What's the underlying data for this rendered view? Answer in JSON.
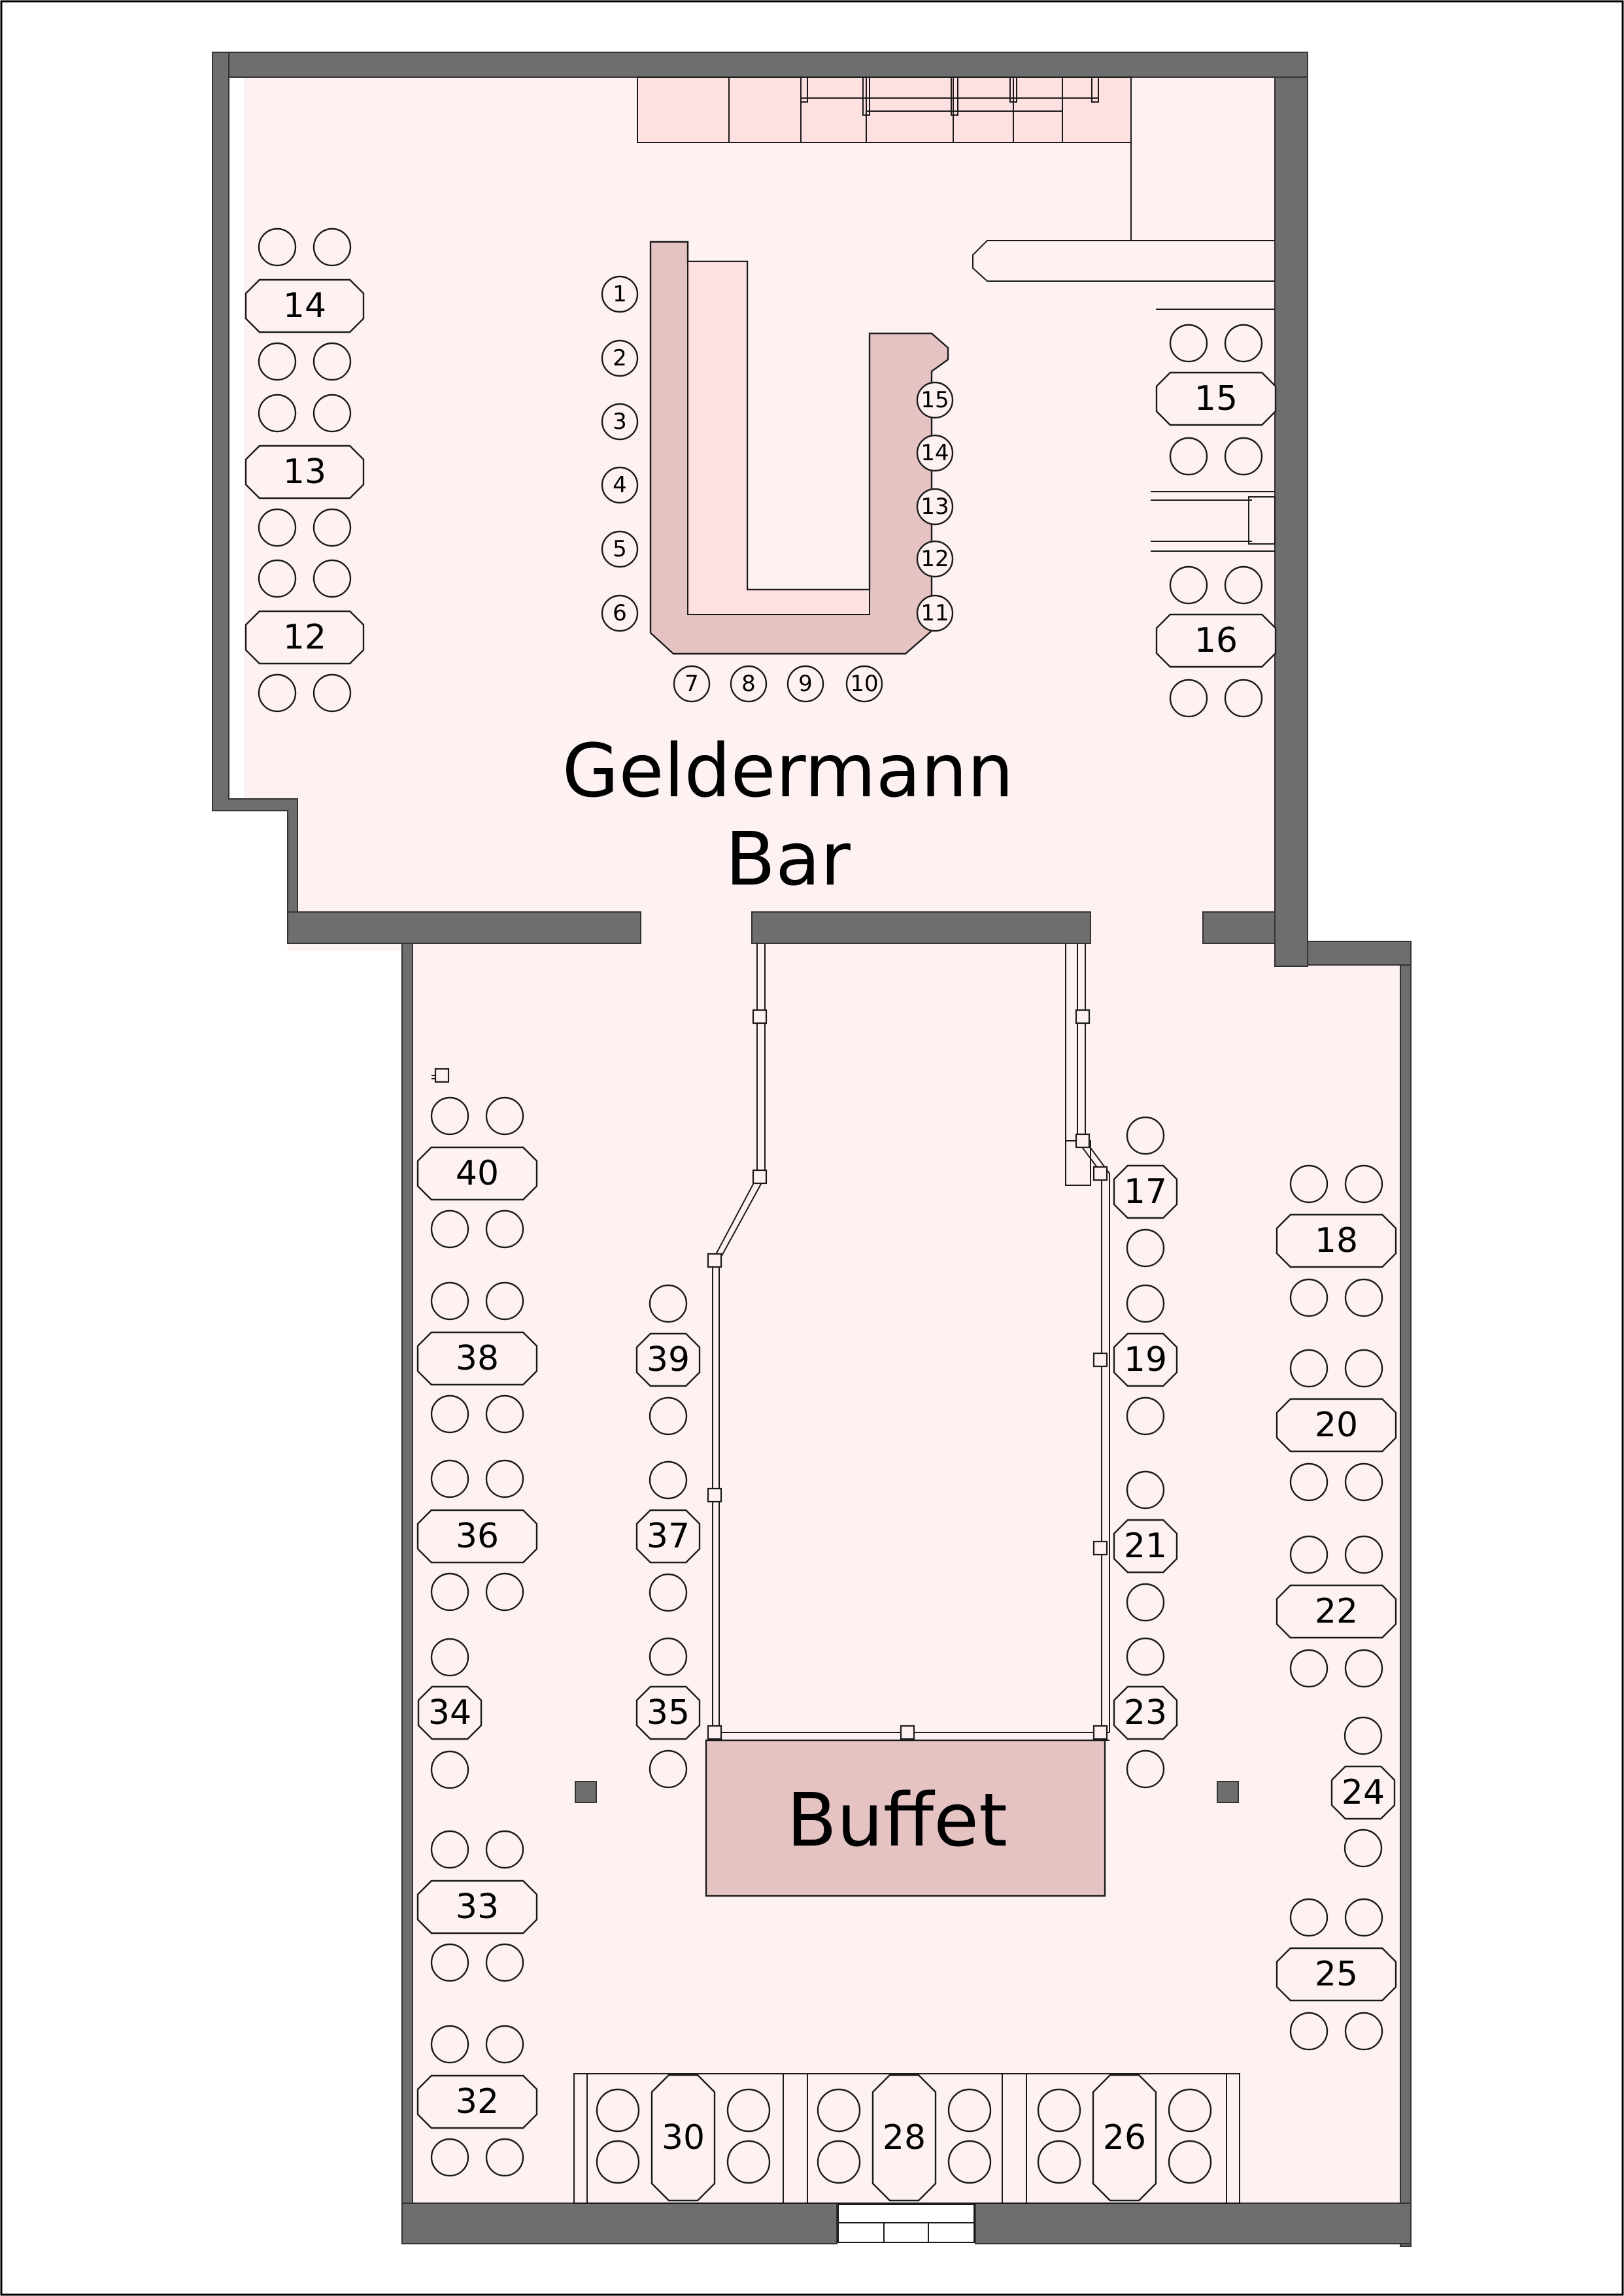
{
  "labels": {
    "room_title_line1": "Geldermann",
    "room_title_line2": "Bar",
    "buffet": "Buffet"
  },
  "bar_stools": [
    "1",
    "2",
    "3",
    "4",
    "5",
    "6",
    "7",
    "8",
    "9",
    "10",
    "11",
    "12",
    "13",
    "14",
    "15"
  ],
  "tables": {
    "t14": "14",
    "t13": "13",
    "t12": "12",
    "t15": "15",
    "t16": "16",
    "t40": "40",
    "t38": "38",
    "t36": "36",
    "t34": "34",
    "t33": "33",
    "t32": "32",
    "t39": "39",
    "t37": "37",
    "t35": "35",
    "t17": "17",
    "t19": "19",
    "t21": "21",
    "t23": "23",
    "t18": "18",
    "t20": "20",
    "t22": "22",
    "t24": "24",
    "t25": "25",
    "t30": "30",
    "t28": "28",
    "t26": "26"
  },
  "colors": {
    "floor": "#fdf1f1",
    "wall": "#6e6e6e",
    "bar_counter": "#e6c3c3",
    "bar_inner": "#fde0e0",
    "buffet": "#e6c3c3",
    "back_bar": "#fde0e0"
  }
}
